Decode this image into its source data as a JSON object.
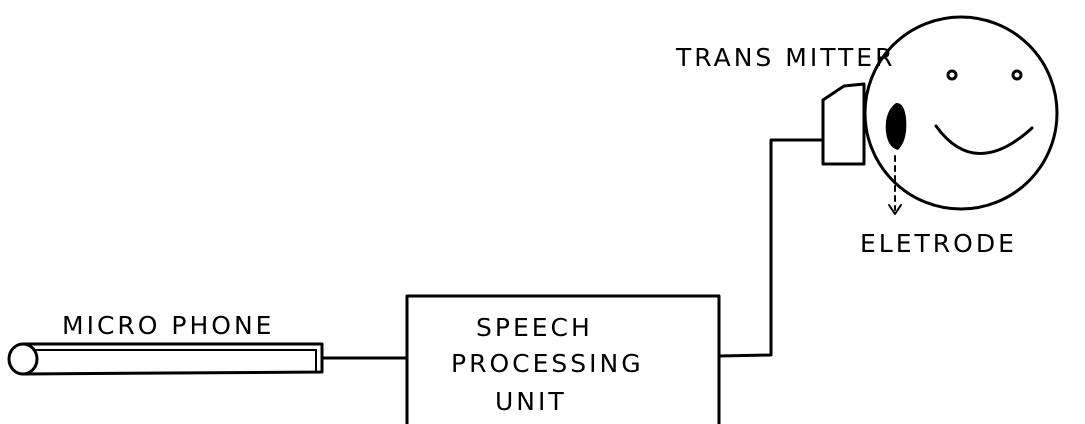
{
  "labels": {
    "microphone": "MICRO PHONE",
    "unit_line1": "SPEECH",
    "unit_line2": "PROCESSING",
    "unit_line3": "UNIT",
    "transmitter": "TRANS MITTER",
    "electrode": "ELETRODE"
  },
  "colors": {
    "ink": "#000000",
    "paper": "#ffffff"
  },
  "icons": {
    "face": "smiley-head",
    "pointer": "dashed-down-arrow"
  }
}
